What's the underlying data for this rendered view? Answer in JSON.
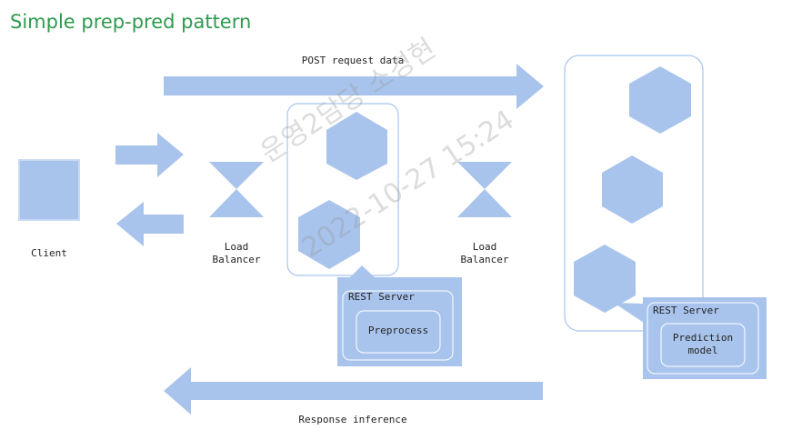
{
  "title": "Simple prep-pred pattern",
  "labels": {
    "post_request": "POST request data",
    "response_inference": "Response inference",
    "client": "Client",
    "load_balancer_left": "Load\nBalancer",
    "load_balancer_right": "Load\nBalancer",
    "rest_server_pre": "REST Server",
    "preprocess": "Preprocess",
    "rest_server_pred": "REST Server",
    "prediction_model": "Prediction\nmodel"
  },
  "watermark": {
    "line1": "운영2담당 소경현",
    "line2": "2022-10-27 15:24"
  },
  "colors": {
    "shape_fill": "#a9c4ec",
    "border": "#a9c4ec",
    "title": "#2e9a4e"
  }
}
